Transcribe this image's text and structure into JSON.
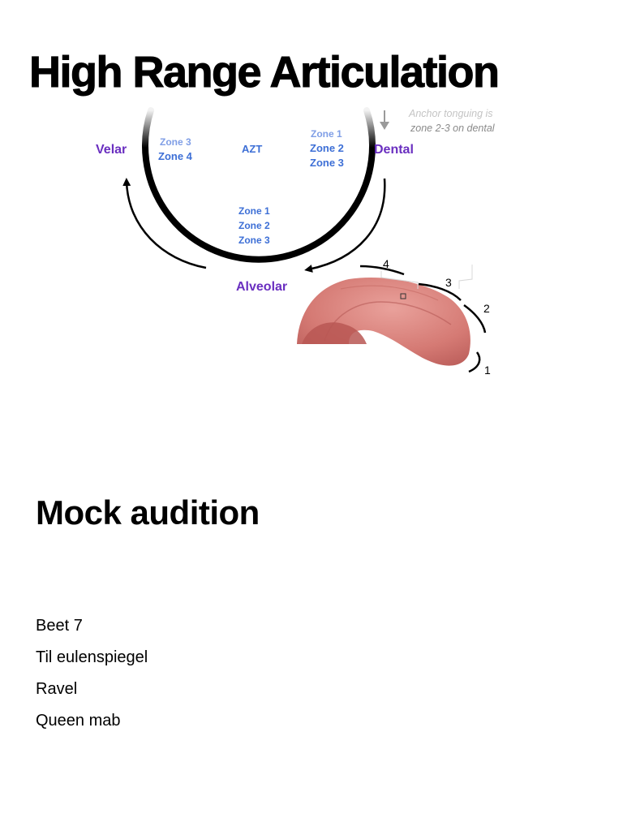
{
  "header": {
    "title": "High Range Articulation"
  },
  "diagram": {
    "colors": {
      "place_label": "#6a2fc0",
      "zone_label": "#3d6fd6",
      "zone_label_light": "#7f9ee6",
      "note": "#9a9a9a",
      "ring": "#000000",
      "tongue": "#d97a78"
    },
    "places": {
      "velar": "Velar",
      "dental": "Dental",
      "alveolar": "Alveolar"
    },
    "center_label": "AZT",
    "velar_zones": [
      "Zone 3",
      "Zone 4"
    ],
    "dental_zones": [
      "Zone 1",
      "Zone 2",
      "Zone 3"
    ],
    "alveolar_zones": [
      "Zone 1",
      "Zone 2",
      "Zone 3"
    ],
    "note": [
      "Anchor tonguing is",
      "zone 2-3 on dental"
    ],
    "tongue_zone_numbers": [
      "4",
      "3",
      "2",
      "1"
    ]
  },
  "section": {
    "title": "Mock audition"
  },
  "repertoire": {
    "items": [
      "Beet 7",
      "Til eulenspiegel",
      "Ravel",
      "Queen mab"
    ]
  }
}
